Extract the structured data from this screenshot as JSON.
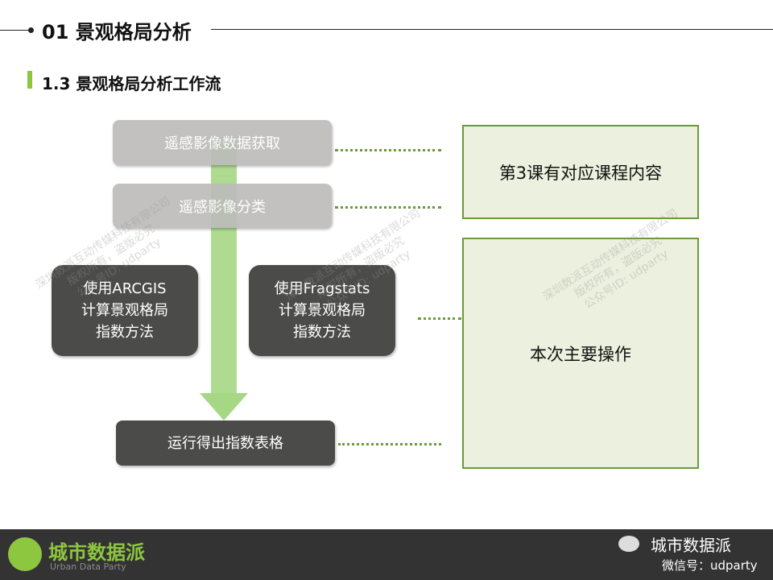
{
  "header": {
    "title": "01 景观格局分析",
    "subtitle": "1.3 景观格局分析工作流"
  },
  "flow": {
    "step1": "遥感影像数据获取",
    "step2": "遥感影像分类",
    "arcgis": [
      "使用ARCGIS",
      "计算景观格局",
      "指数方法"
    ],
    "fragstats": [
      "使用Fragstats",
      "计算景观格局",
      "指数方法"
    ],
    "step4": "运行得出指数表格"
  },
  "notes": {
    "note1": "第3课有对应课程内容",
    "note2": "本次主要操作"
  },
  "watermark": [
    "深圳数派互动传媒科技有限公司",
    "版权所有，盗版必究",
    "公众号ID: udparty"
  ],
  "footer": {
    "logo_cn": "城市数据派",
    "logo_en": "Urban Data Party",
    "brand": "城市数据派",
    "wechat": "微信号：udparty"
  },
  "colors": {
    "accent": "#8dc63f",
    "arrow": "#a6d785"
  }
}
